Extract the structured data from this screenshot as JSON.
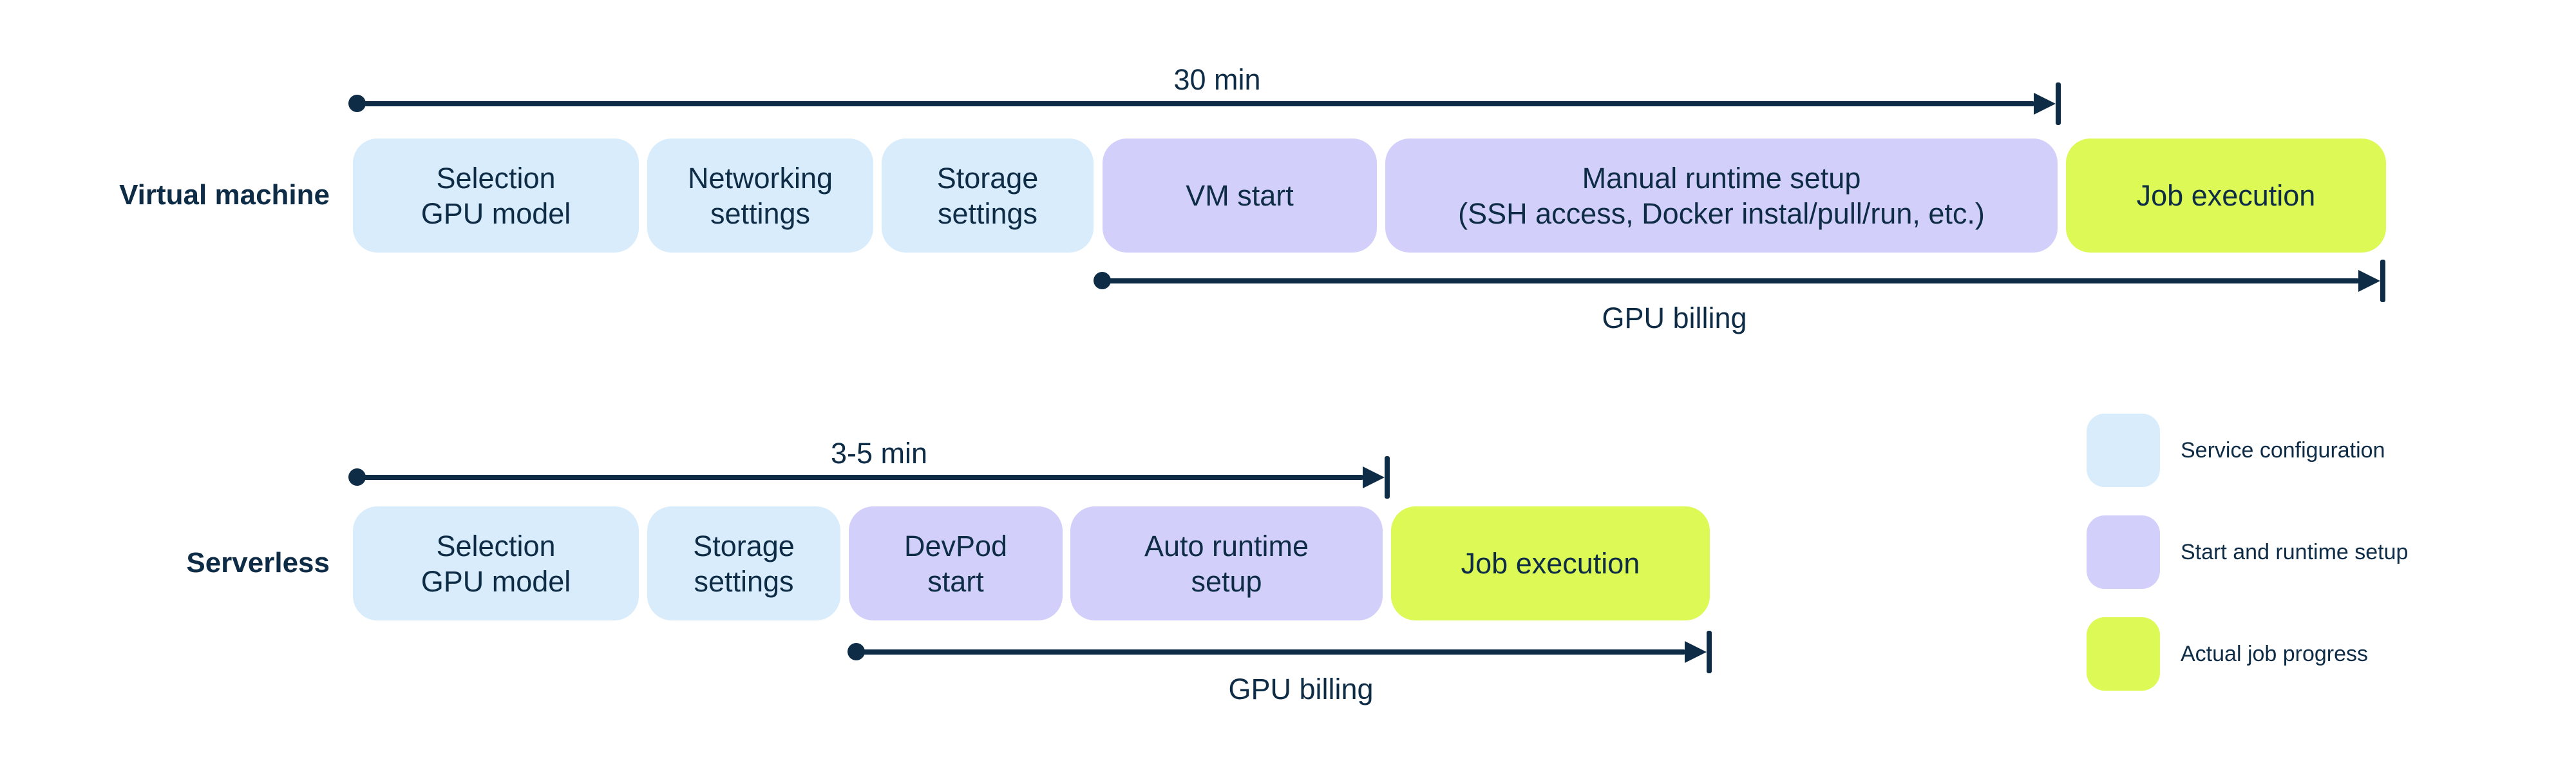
{
  "diagram": {
    "colors": {
      "background": "#FFFFFF",
      "text": "#0E2C46",
      "arrow": "#0E2C46",
      "service_configuration": "#D8ECFC",
      "start_runtime_setup": "#D2D0FA",
      "job_progress": "#DCF955"
    },
    "rows": [
      {
        "label": "Virtual machine",
        "duration_label": "30 min",
        "billing_label": "GPU billing",
        "boxes": [
          {
            "label": "Selection\nGPU model",
            "category": "service-configuration"
          },
          {
            "label": "Networking\nsettings",
            "category": "service-configuration"
          },
          {
            "label": "Storage\nsettings",
            "category": "service-configuration"
          },
          {
            "label": "VM start",
            "category": "start-runtime"
          },
          {
            "label": "Manual runtime setup\n(SSH access, Docker instal/pull/run, etc.)",
            "category": "start-runtime"
          },
          {
            "label": "Job execution",
            "category": "job-progress"
          }
        ]
      },
      {
        "label": "Serverless",
        "duration_label": "3-5 min",
        "billing_label": "GPU billing",
        "boxes": [
          {
            "label": "Selection\nGPU model",
            "category": "service-configuration"
          },
          {
            "label": "Storage\nsettings",
            "category": "service-configuration"
          },
          {
            "label": "DevPod\nstart",
            "category": "start-runtime"
          },
          {
            "label": "Auto runtime\nsetup",
            "category": "start-runtime"
          },
          {
            "label": "Job execution",
            "category": "job-progress"
          }
        ]
      }
    ],
    "legend": [
      {
        "label": "Service configuration",
        "category": "service-configuration"
      },
      {
        "label": "Start and runtime setup",
        "category": "start-runtime"
      },
      {
        "label": "Actual job progress",
        "category": "job-progress"
      }
    ]
  }
}
